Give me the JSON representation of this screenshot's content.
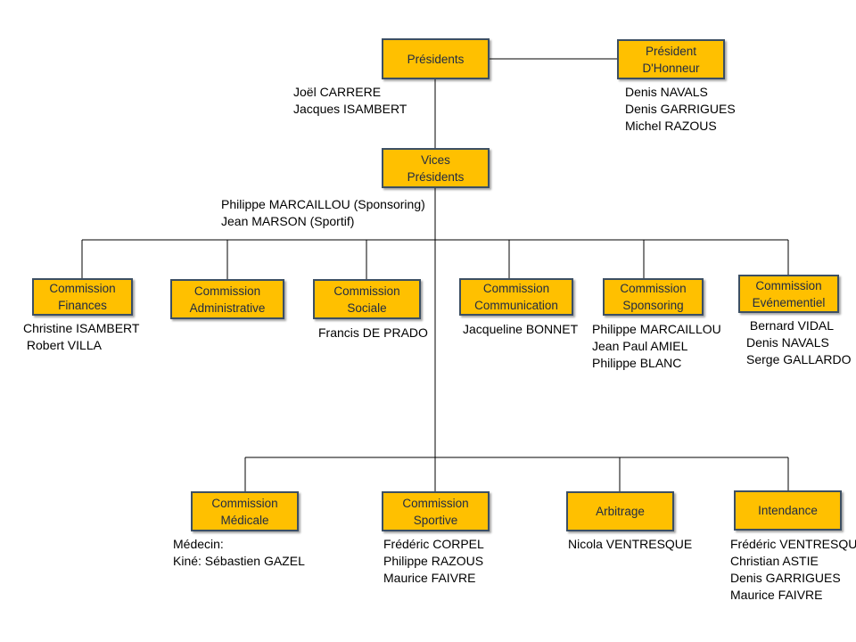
{
  "colors": {
    "box_fill": "#ffc000",
    "box_border": "#3c4f63",
    "line": "#000000"
  },
  "nodes": {
    "presidents": {
      "title": [
        "Présidents"
      ],
      "members": [
        "Joël CARRERE",
        "Jacques ISAMBERT"
      ]
    },
    "president_honneur": {
      "title": [
        "Président",
        "D'Honneur"
      ],
      "members": [
        "Denis NAVALS",
        "Denis GARRIGUES",
        "Michel RAZOUS"
      ]
    },
    "vices_presidents": {
      "title": [
        "Vices",
        "Présidents"
      ],
      "members": [
        "Philippe MARCAILLOU (Sponsoring)",
        "Jean MARSON (Sportif)"
      ]
    },
    "finances": {
      "title": [
        "Commission",
        "Finances"
      ],
      "members": [
        "Christine ISAMBERT",
        " Robert VILLA"
      ]
    },
    "administrative": {
      "title": [
        "Commission",
        "Administrative"
      ],
      "members": []
    },
    "sociale": {
      "title": [
        "Commission",
        "Sociale"
      ],
      "members": [
        "Francis DE PRADO"
      ]
    },
    "communication": {
      "title": [
        "Commission",
        "Communication"
      ],
      "members": [
        "Jacqueline BONNET"
      ]
    },
    "sponsoring": {
      "title": [
        "Commission",
        "Sponsoring"
      ],
      "members": [
        "Philippe MARCAILLOU",
        "Jean Paul AMIEL",
        "Philippe BLANC"
      ]
    },
    "evenementiel": {
      "title": [
        "Commission",
        "Evénementiel"
      ],
      "members": [
        " Bernard VIDAL",
        "Denis NAVALS",
        "Serge GALLARDO"
      ]
    },
    "medicale": {
      "title": [
        "Commission",
        "Médicale"
      ],
      "members": [
        "Médecin:",
        "Kiné: Sébastien GAZEL"
      ]
    },
    "sportive": {
      "title": [
        "Commission",
        "Sportive"
      ],
      "members": [
        "Frédéric CORPEL",
        "Philippe RAZOUS",
        "Maurice FAIVRE"
      ]
    },
    "arbitrage": {
      "title": [
        "Arbitrage"
      ],
      "members": [
        "Nicola VENTRESQUE"
      ]
    },
    "intendance": {
      "title": [
        "Intendance"
      ],
      "members": [
        "Frédéric VENTRESQUE",
        "Christian ASTIE",
        "Denis GARRIGUES",
        "Maurice FAIVRE"
      ]
    }
  }
}
